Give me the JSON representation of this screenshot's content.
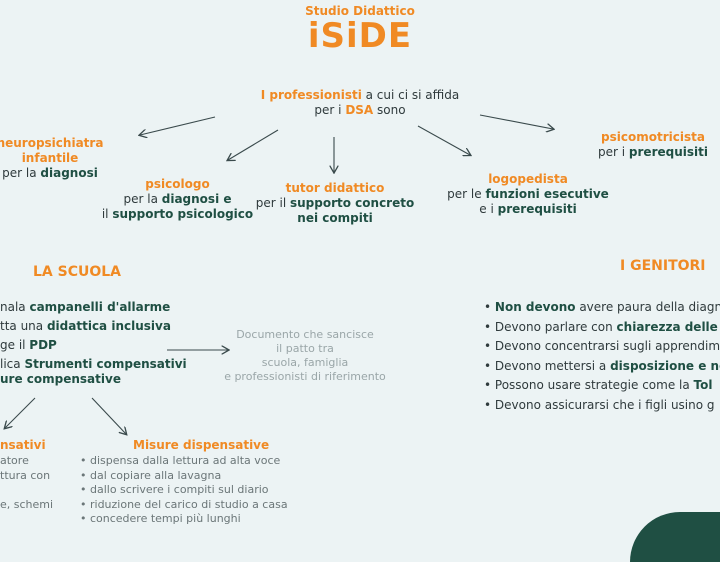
{
  "brand": {
    "subtitle": "Studio Didattico",
    "name": "iSiDE"
  },
  "intro": {
    "bold": "I professionisti",
    "rest": " a cui ci si affida",
    "line2_pre": "per i ",
    "line2_bold": "DSA",
    "line2_post": " sono"
  },
  "professionals": [
    {
      "title": "neuropsichiatra",
      "title2": "infantile",
      "pre": "per la ",
      "bold": "diagnosi"
    },
    {
      "title": "psicologo",
      "pre": "per la ",
      "bold": "diagnosi e",
      "line3_pre": "il ",
      "line3_bold": "supporto psicologico"
    },
    {
      "title": "tutor didattico",
      "pre": "per il ",
      "bold": "supporto concreto",
      "line3_bold": "nei compiti"
    },
    {
      "title": "logopedista",
      "pre": "per le ",
      "bold": "funzioni esecutive",
      "line3_pre": "e i ",
      "line3_bold": "prerequisiti"
    },
    {
      "title": "psicomotricista",
      "pre": "per i ",
      "bold": "prerequisiti"
    }
  ],
  "scuola": {
    "heading": "LA SCUOLA",
    "items": [
      {
        "pre": "nala ",
        "bold": "campanelli d'allarme"
      },
      {
        "pre": "tta una ",
        "bold": "didattica inclusiva"
      },
      {
        "pre": "ge il ",
        "bold": "PDP"
      },
      {
        "pre": "lica ",
        "bold": "Strumenti compensativi"
      },
      {
        "pre": "",
        "bold": "ure compensative"
      }
    ],
    "document": [
      "Documento che sancisce",
      "il patto tra",
      "scuola, famiglia",
      "e professionisti di riferimento"
    ],
    "compensativi_title": "nsativi",
    "compensativi_items": [
      "atore",
      "ttura con",
      "",
      "e, schemi"
    ],
    "dispensative_title": "Misure dispensative",
    "dispensative_items": [
      "• dispensa dalla lettura ad alta voce",
      "• dal copiare alla lavagna",
      "• dallo scrivere i compiti sul diario",
      "• riduzione del carico di studio a casa",
      "• concedere tempi più lunghi"
    ]
  },
  "genitori": {
    "heading": "I GENITORI",
    "items": [
      {
        "pre": "• ",
        "bold": "Non devono",
        "post": " avere paura della diagn"
      },
      {
        "pre": "• Devono parlare con ",
        "bold": "chiarezza delle c",
        "post": ""
      },
      {
        "pre": "• Devono concentrarsi sugli apprendim",
        "bold": "",
        "post": ""
      },
      {
        "pre": "• Devono mettersi a ",
        "bold": "disposizione e no",
        "post": ""
      },
      {
        "pre": "• Possono usare strategie come la ",
        "bold": "Tol",
        "post": ""
      },
      {
        "pre": "• Devono assicurarsi che i figli usino g",
        "bold": "",
        "post": ""
      }
    ]
  },
  "colors": {
    "accent": "#f08a24",
    "dark": "#1f4f43",
    "bg": "#ecf3f4"
  }
}
